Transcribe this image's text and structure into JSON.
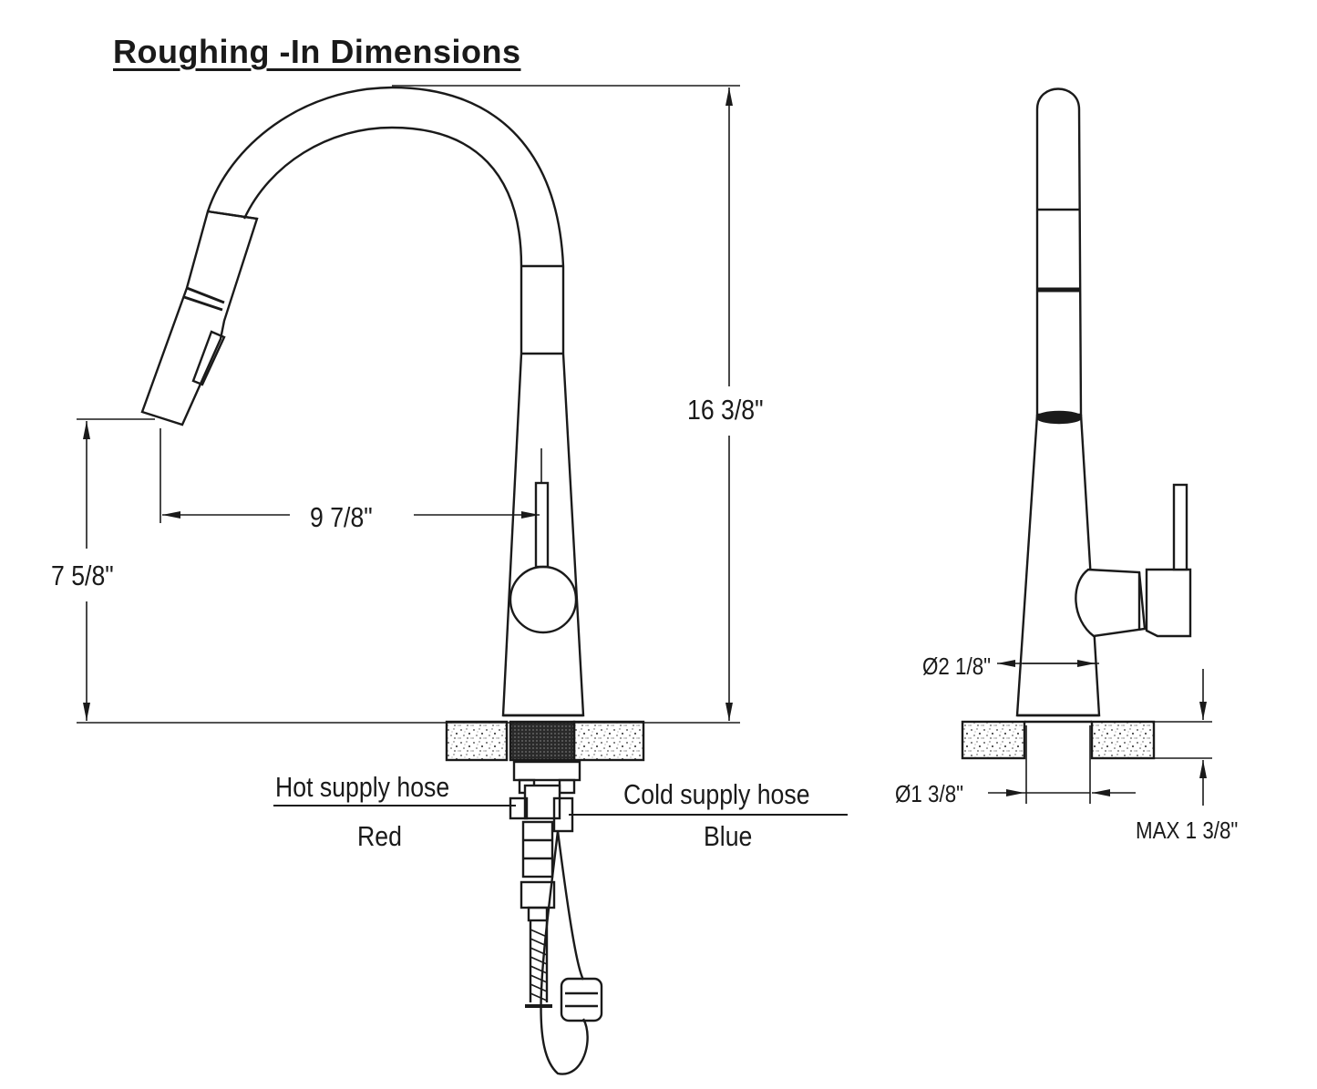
{
  "title": "Roughing -In Dimensions",
  "dimensions": {
    "overall_height": "16 3/8\"",
    "spout_reach": "9 7/8\"",
    "spout_height": "7 5/8\"",
    "base_diameter": "Ø2 1/8\"",
    "hole_diameter": "Ø1 3/8\"",
    "max_deck_thickness": "MAX  1 3/8\""
  },
  "supply_hoses": {
    "hot_label": "Hot supply hose",
    "hot_color": "Red",
    "cold_label": "Cold supply hose",
    "cold_color": "Blue"
  }
}
